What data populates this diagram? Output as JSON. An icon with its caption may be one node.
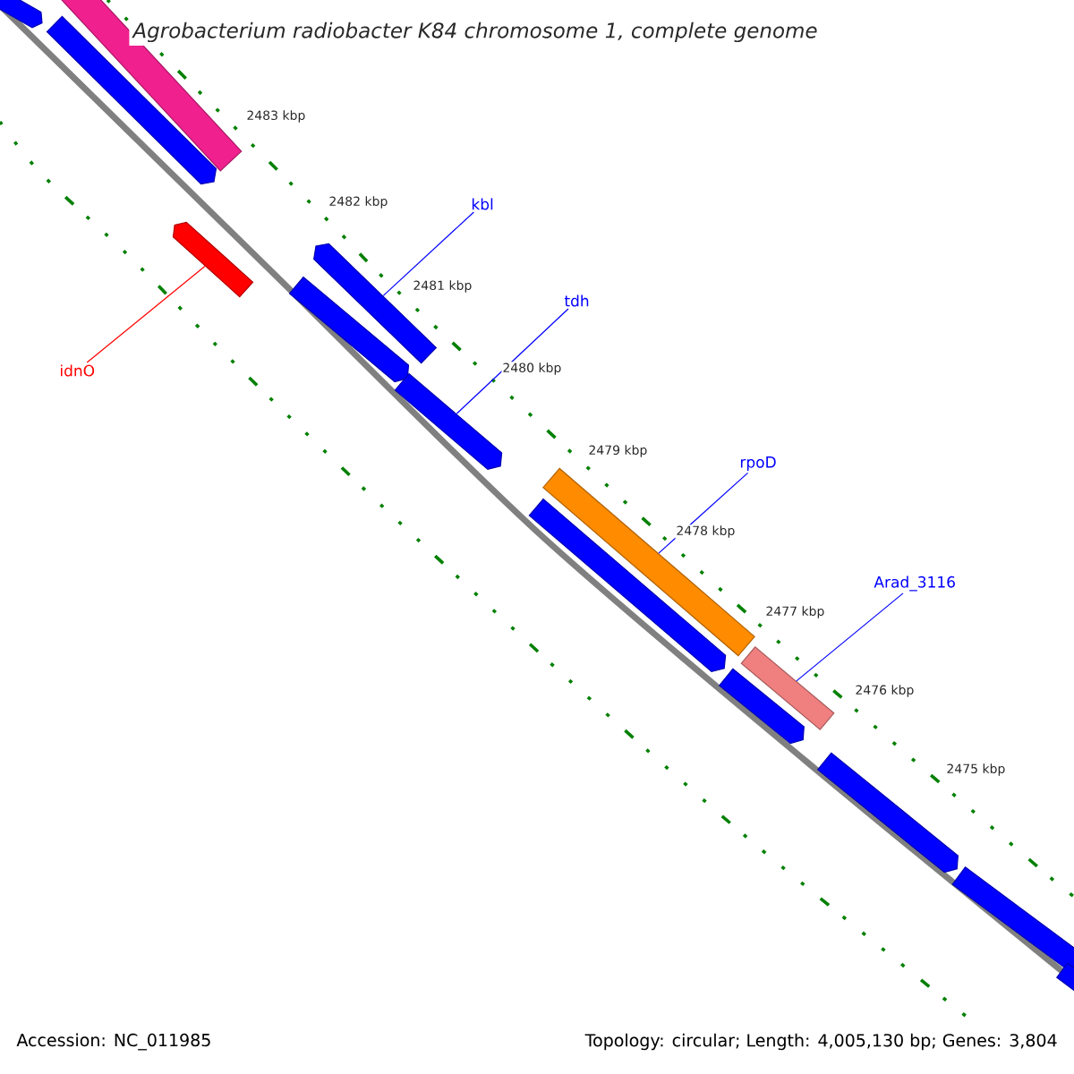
{
  "diagram": {
    "title": "Agrobacterium radiobacter K84 chromosome 1, complete genome",
    "nodes": [
      {
        "text": [
          "kbl"
        ]
      },
      {
        "text": [
          "tdh"
        ]
      },
      {
        "text": [
          "rpoD"
        ]
      },
      {
        "text": [
          "Arad_3116"
        ]
      },
      {
        "text": [
          "idnO"
        ]
      },
      {
        "text": [],
        "shape": "bar"
      },
      {
        "text": [],
        "shape": "arrow"
      },
      {
        "text": [],
        "shape": "arrow"
      },
      {
        "text": [],
        "shape": "arrow"
      },
      {
        "text": [],
        "shape": "arrow"
      },
      {
        "text": [],
        "shape": "arrow"
      },
      {
        "text": [],
        "shape": "arrow"
      },
      {
        "text": [],
        "shape": "bar"
      },
      {
        "text": [],
        "shape": "arrow"
      },
      {
        "text": [],
        "shape": "arrow"
      },
      {
        "text": [],
        "shape": "bar"
      },
      {
        "text": [],
        "shape": "arrow"
      },
      {
        "text": [],
        "shape": "arrow"
      },
      {
        "text": [],
        "shape": "arrow"
      }
    ],
    "edges": [
      {
        "from": 0,
        "to": 9,
        "arrow": "none"
      },
      {
        "from": 1,
        "to": 11,
        "arrow": "none"
      },
      {
        "from": 2,
        "to": 12,
        "arrow": "none"
      },
      {
        "from": 3,
        "to": 15,
        "arrow": "none"
      },
      {
        "from": 4,
        "to": 8,
        "arrow": "none",
        "color": "#ff0000"
      }
    ],
    "labels": [
      "2483 kbp",
      "2482 kbp",
      "2481 kbp",
      "2480 kbp",
      "2479 kbp",
      "2478 kbp",
      "2477 kbp",
      "2476 kbp",
      "2475 kbp",
      "Accession: NC_011985",
      "Topology: circular; Length: 4,005,130 bp; Genes: 3,804"
    ]
  }
}
